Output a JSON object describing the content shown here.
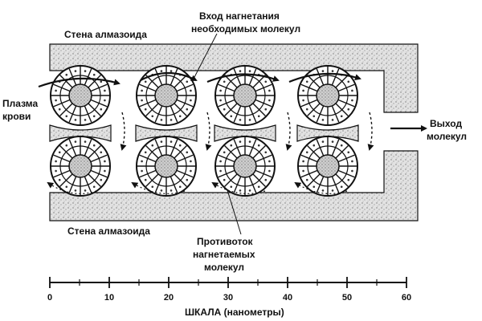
{
  "labels": {
    "wall_top": "Стена алмазоида",
    "wall_bottom": "Стена алмазоида",
    "plasma": [
      "Плазма",
      "крови"
    ],
    "inlet": [
      "Вход нагнетания",
      "необходимых молекул"
    ],
    "outlet": [
      "Выход",
      "молекул"
    ],
    "counterflow": [
      "Противоток",
      "нагнетаемых",
      "молекул"
    ]
  },
  "scale": {
    "title": "ШКАЛА (нанометры)",
    "min": 0,
    "max": 60,
    "major_step": 10,
    "minor_step": 5,
    "ticks": [
      0,
      10,
      20,
      30,
      40,
      50,
      60
    ]
  },
  "rotors": {
    "columns": 4,
    "rows": 2,
    "blades": 16
  },
  "colors": {
    "ink": "#111111",
    "wall_fill": "#d9d9d9",
    "channel": "#ffffff"
  }
}
